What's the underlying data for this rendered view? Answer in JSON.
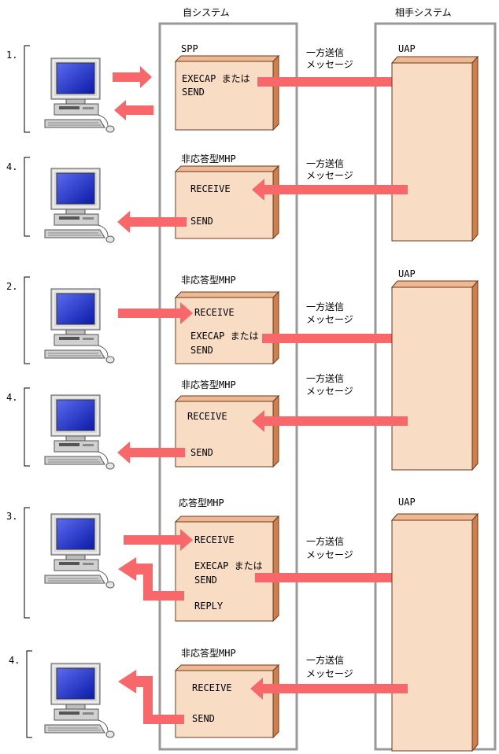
{
  "headers": {
    "own_system": "自システム",
    "partner_system": "相手システム"
  },
  "colors": {
    "box_front": "#f8dcc4",
    "box_top": "#eeb892",
    "box_side": "#cf7f4c",
    "arrow": "#f8686a",
    "frame": "#999999"
  },
  "message_label": {
    "line1": "一方送信",
    "line2": "メッセージ"
  },
  "uap_label": "UAP",
  "sections": [
    {
      "number": "1.",
      "program": "SPP",
      "ops": [
        "EXECAP または",
        "SEND"
      ]
    },
    {
      "number": "4.",
      "program": "非応答型MHP",
      "ops": [
        "RECEIVE",
        "SEND"
      ]
    },
    {
      "number": "2.",
      "program": "非応答型MHP",
      "ops": [
        "RECEIVE",
        "EXECAP または",
        "SEND"
      ]
    },
    {
      "number": "4.",
      "program": "非応答型MHP",
      "ops": [
        "RECEIVE",
        "SEND"
      ]
    },
    {
      "number": "3.",
      "program": "応答型MHP",
      "ops": [
        "RECEIVE",
        "EXECAP または",
        "SEND",
        "REPLY"
      ]
    },
    {
      "number": "4.",
      "program": "非応答型MHP",
      "ops": [
        "RECEIVE",
        "SEND"
      ]
    }
  ]
}
